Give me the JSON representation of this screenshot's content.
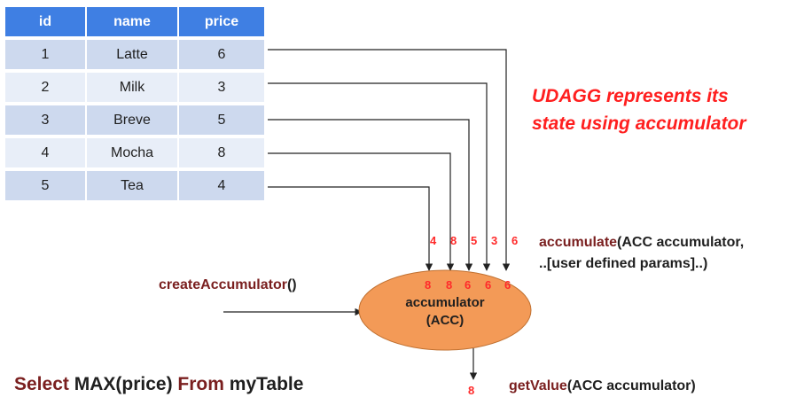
{
  "table": {
    "headers": [
      "id",
      "name",
      "price"
    ],
    "rows": [
      [
        "1",
        "Latte",
        "6"
      ],
      [
        "2",
        "Milk",
        "3"
      ],
      [
        "3",
        "Breve",
        "5"
      ],
      [
        "4",
        "Mocha",
        "8"
      ],
      [
        "5",
        "Tea",
        "4"
      ]
    ]
  },
  "note": {
    "line1": "UDAGG represents its",
    "line2": "state using accumulator"
  },
  "accumulate_fn": {
    "name": "accumulate",
    "args1": "(ACC accumulator,",
    "args2": "..[user defined params]..)"
  },
  "create_fn": {
    "name": "createAccumulator",
    "args": "()"
  },
  "get_value_fn": {
    "name": "getValue",
    "args": "(ACC accumulator)"
  },
  "accumulator": {
    "line1": "accumulator",
    "line2": "(ACC)",
    "fill_color": "#f39a57"
  },
  "input_values": [
    "4",
    "8",
    "5",
    "3",
    "6"
  ],
  "state_values": [
    "8",
    "8",
    "6",
    "6",
    "6"
  ],
  "output_value": "8",
  "sql": {
    "select": "Select",
    "expr": "MAX(price)",
    "from": "From",
    "table": "myTable"
  },
  "colors": {
    "header": "#3f7fe3",
    "row_odd": "#cdd9ee",
    "row_even": "#e8eef8",
    "note": "#ff1f1f",
    "keyword": "#7a1f1f"
  }
}
